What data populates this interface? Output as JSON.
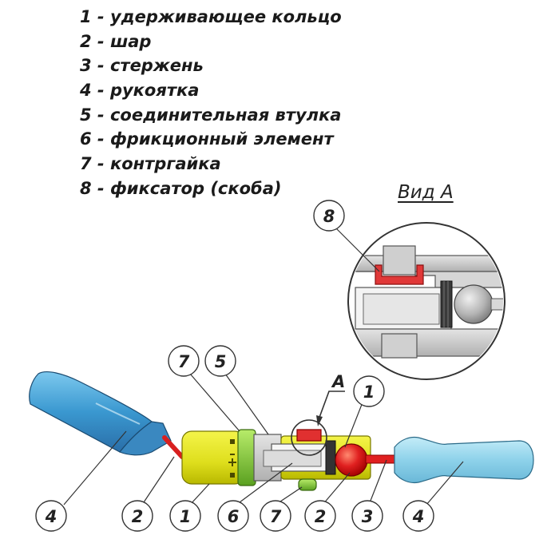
{
  "legend": [
    {
      "label": "1 - удерживающее кольцо"
    },
    {
      "label": "2 - шар"
    },
    {
      "label": "3 - стержень"
    },
    {
      "label": "4 - рукоятка"
    },
    {
      "label": "5 - соединительная втулка"
    },
    {
      "label": "6 - фрикционный элемент"
    },
    {
      "label": "7 - контргайка"
    },
    {
      "label": "8 - фиксатор (скоба)"
    }
  ],
  "view_a_title": "Вид А",
  "view_marker": "А",
  "callouts": {
    "c8": "8",
    "c7_top": "7",
    "c5_top": "5",
    "c1_top": "1",
    "c4_left": "4",
    "c2_left": "2",
    "c1_bottom": "1",
    "c6": "6",
    "c7_bottom": "7",
    "c2_bottom": "2",
    "c3": "3",
    "c4_right": "4"
  },
  "colors": {
    "handle_left": "#4aa8d8",
    "handle_right": "#9cd8ec",
    "ring": "#e6e62a",
    "locknut": "#8fd040",
    "ball": "#e02020",
    "fixator": "#e03030",
    "body_gray": "#c8c8c8"
  }
}
